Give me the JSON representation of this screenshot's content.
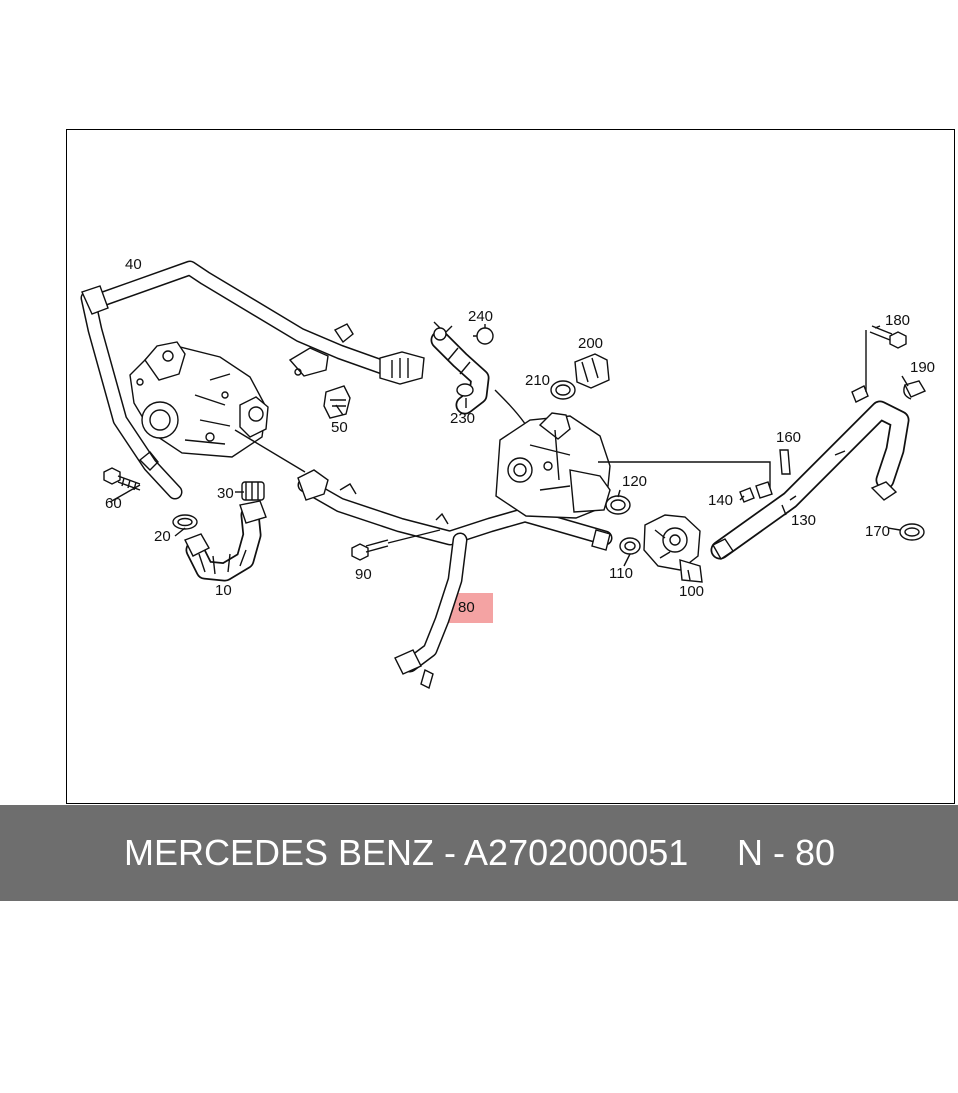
{
  "diagram": {
    "highlight_color": "#f4a3a3",
    "highlighted_part": "80",
    "part_labels": {
      "p10": "10",
      "p20": "20",
      "p30": "30",
      "p40": "40",
      "p50": "50",
      "p60": "60",
      "p80": "80",
      "p90": "90",
      "p100": "100",
      "p110": "110",
      "p120": "120",
      "p130": "130",
      "p140": "140",
      "p160": "160",
      "p170": "170",
      "p180": "180",
      "p190": "190",
      "p200": "200",
      "p210": "210",
      "p230": "230",
      "p240": "240"
    }
  },
  "footer": {
    "background_color": "#6e6e6e",
    "text": "MERCEDES BENZ - A2702000051",
    "ref": "N - 80"
  }
}
